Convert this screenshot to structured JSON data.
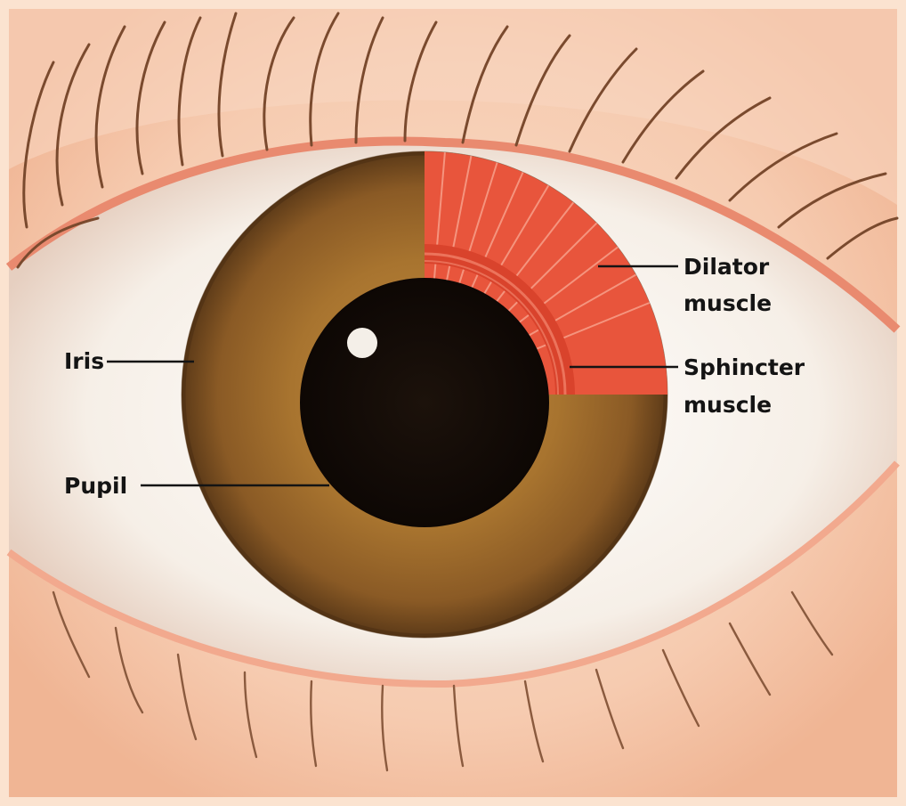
{
  "labels": {
    "dilator_line1": "Dilator",
    "dilator_line2": "muscle",
    "sphincter_line1": "Sphincter",
    "sphincter_line2": "muscle",
    "iris": "Iris",
    "pupil": "Pupil"
  },
  "colors": {
    "frame": "#fbe3d0",
    "skin": "#f6cbb0",
    "sclera": "#f7f1ea",
    "iris_outer": "#6b4520",
    "iris_inner": "#a8742f",
    "pupil": "#120a06",
    "muscle": "#e8553c",
    "lash": "#7a4a2e",
    "label_text": "#141414"
  }
}
